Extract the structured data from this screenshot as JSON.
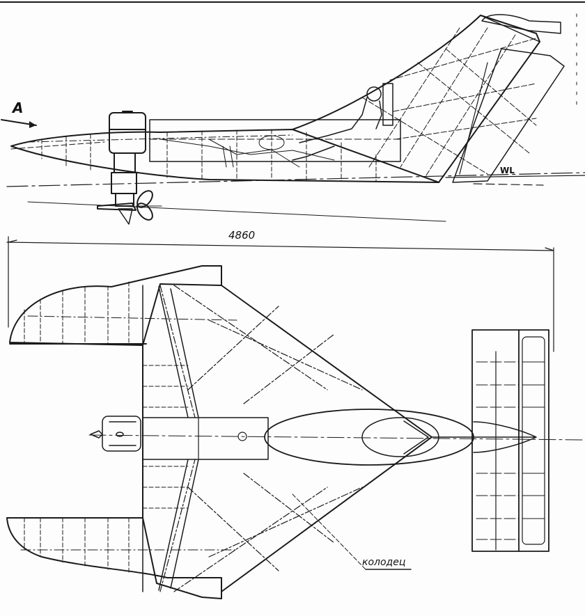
{
  "drawing": {
    "type": "technical engineering drawing",
    "views": [
      {
        "name": "side-elevation",
        "description": "side view of craft with outboard motor, pilot cockpit and swept tail fin"
      },
      {
        "name": "plan-view",
        "description": "top view of delta-wing craft with twin curved floats and rear stabilizer"
      }
    ],
    "labels": {
      "view_arrow": "A",
      "overall_length": "4860",
      "waterline": "WL",
      "well": "колодец"
    },
    "colors": {
      "ink": "#1a1a1a",
      "paper": "#fdfdfd"
    }
  }
}
